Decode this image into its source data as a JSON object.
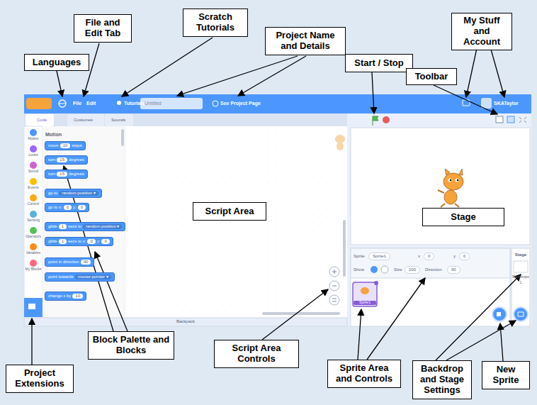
{
  "diagram": {
    "nodes": [
      {
        "text": [
          "Scratch Tutorials"
        ]
      },
      {
        "text": [
          "My Stuff and Account"
        ]
      },
      {
        "text": [
          "File and Edit Tab"
        ]
      },
      {
        "text": [
          "Project Name and Details"
        ]
      },
      {
        "text": [
          "Languages"
        ]
      },
      {
        "text": [
          "Start / Stop"
        ]
      },
      {
        "text": [
          "Toolbar"
        ]
      },
      {
        "text": [
          "Script Area"
        ]
      },
      {
        "text": [
          "Stage"
        ]
      },
      {
        "text": [
          "Block Palette and Blocks"
        ]
      },
      {
        "text": [
          "Script Area Controls"
        ]
      },
      {
        "text": [
          "Sprite Area and Controls"
        ]
      },
      {
        "text": [
          "Backdrop and Stage Settings"
        ]
      },
      {
        "text": [
          "New Sprite"
        ]
      },
      {
        "text": [
          "Project Extensions"
        ]
      }
    ],
    "labels": [
      "File",
      "Edit",
      "Tutorials",
      "Untitled",
      "See Project Page",
      "SKATaylor",
      "Code",
      "Costumes",
      "Sounds",
      "Motion",
      "Looks",
      "Sound",
      "Events",
      "Control",
      "Sensing",
      "Operators",
      "Variables",
      "My Blocks",
      "Motion",
      "move",
      "10",
      "steps",
      "turn",
      "15",
      "degrees",
      "turn",
      "15",
      "degrees",
      "go to",
      "random position ▾",
      "go to x:",
      "0",
      "y:",
      "0",
      "glide",
      "1",
      "secs to",
      "random position ▾",
      "glide",
      "1",
      "secs to x:",
      "0",
      "y:",
      "0",
      "point in direction",
      "90",
      "point towards",
      "mouse-pointer ▾",
      "change x by",
      "10",
      "Backpack",
      "Sprite",
      "Sprite1",
      "x",
      "0",
      "y",
      "0",
      "Show",
      "Size",
      "100",
      "Direction",
      "90",
      "Stage",
      "Backdrops",
      "1",
      "Sprite1"
    ]
  }
}
